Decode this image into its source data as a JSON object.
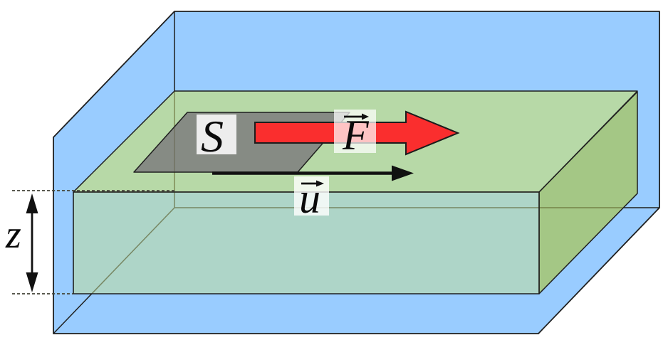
{
  "diagram": {
    "name": "viscous-shear-flow-diagram",
    "labels": {
      "plate_area": "S",
      "force": "F",
      "velocity": "u",
      "depth": "z"
    },
    "colors": {
      "container": "#99ccff",
      "fluid_top": "#bedc91",
      "fluid_front": "#bfdc9b",
      "fluid_side": "#a6c670",
      "plate": "#808080",
      "force_arrow": "#fa2e2e",
      "outline": "#1f1f1f",
      "ink": "#111111",
      "dash_line": "#44443a",
      "label_bg": "#ffffff",
      "plate_label_bg": "#f2f2f2"
    }
  }
}
